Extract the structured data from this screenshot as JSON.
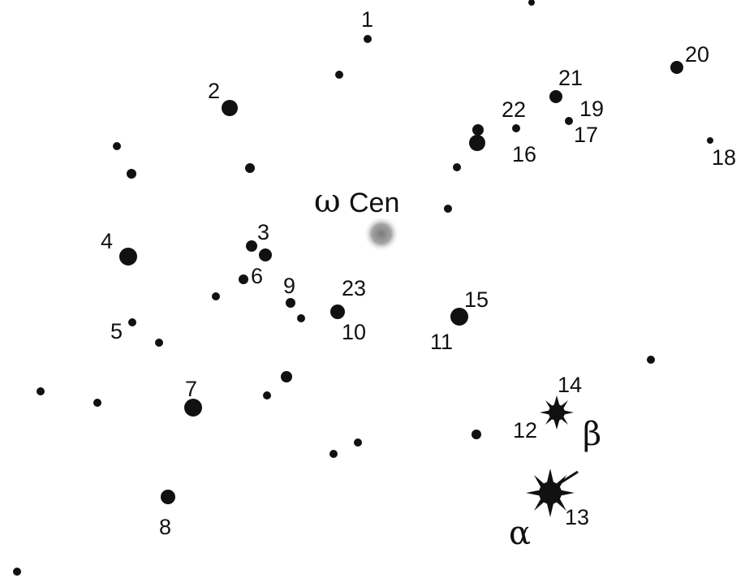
{
  "map": {
    "cluster_label": "Cen",
    "cluster_greek": "ω",
    "alpha_label": "α",
    "beta_label": "β",
    "star_numbers": [
      "1",
      "2",
      "3",
      "4",
      "5",
      "6",
      "7",
      "8",
      "9",
      "10",
      "11",
      "12",
      "13",
      "14",
      "15",
      "16",
      "17",
      "18",
      "19",
      "20",
      "21",
      "22",
      "23"
    ]
  },
  "colors": {
    "background": "#ffffff",
    "star": "#111111",
    "cluster": "#8c8c8c",
    "text": "#111111"
  }
}
